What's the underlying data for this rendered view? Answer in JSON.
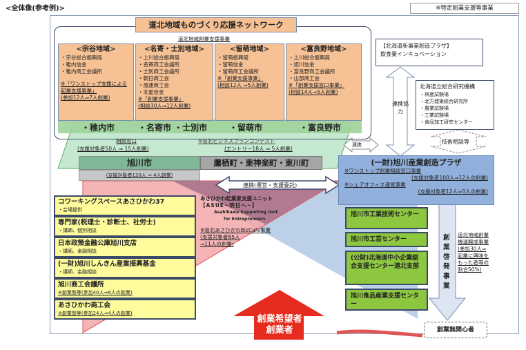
{
  "title": "<全体像(参考例)>",
  "note": "※特定創業支援等事業",
  "network": {
    "title": "道北地域ものづくり応援ネットワーク",
    "subtitle": "道北地域創業支援事業",
    "regions": [
      {
        "heading": "<宗谷地域>",
        "items": [
          "・宗谷総合振興局",
          "・稚内信金",
          "・稚内商工会議所"
        ],
        "note1": "※「ワンストップ支援による起業支援事業」",
        "note2": "(参加12人⇒7人創業)",
        "city": "・稚内市"
      },
      {
        "heading": "<名寄・士別地域>",
        "items": [
          "・上川総合振興局",
          "・名寄商工会議所",
          "・士別商工会議所",
          "・朝日商工会",
          "・風連商工会",
          "・北星信金"
        ],
        "note1": "※「創業支援事業」",
        "note2": "(相談30人⇒12人創業)",
        "city": "・名寄市 ・士別市"
      },
      {
        "heading": "<留萌地域>",
        "items": [
          "・留萌振興局",
          "・留萌信金",
          "・留萌商工会議所"
        ],
        "note1": "※「創業支援事業」",
        "note2": "(相談12人 ⇒5人創業)",
        "city": "・留萌市"
      },
      {
        "heading": "<富良野地域>",
        "items": [
          "・上川総合振興局",
          "・旭川信金",
          "・富良野商工会議所",
          "・山部商工会"
        ],
        "note1": "※「創業支援窓口事業」",
        "note2": "(相談14人⇒5人創業)",
        "city": "・富良野市"
      }
    ]
  },
  "consult": {
    "label": "相談窓口",
    "detail": "(支援対象者50人 ⇒ 15人創業)",
    "contest": "※道北ビジネスプランコンテスト",
    "contest_detail": "(エントリー18人 ⇒ 5人創業)"
  },
  "asahikawa": {
    "city": "旭川市",
    "detail": "(支援対象者120人 ⇒ 4人創業)"
  },
  "towns": "鷹栖町・東神楽町・東川町",
  "link_main": "連携(運営・支援委託)",
  "link_small": "連携",
  "link_coop": "連携協力",
  "asue": {
    "l1": "あさひかわ起業家支援ユニット",
    "l2": "【ASUE~明日へ~】",
    "l3": "Asahikawa Supporting Unit",
    "l4": "for Entrepreneurs",
    "n1": "※道北あさひかわBizCafe事業",
    "n2": "(支援対象者85人",
    "n3": "⇒11人の創業)"
  },
  "partners": [
    {
      "name": "コワーキングスペースあさひかわ37",
      "desc": "・会場提供"
    },
    {
      "name": "専門家(税理士・診断士、社労士)",
      "desc": "・講師、個別相談"
    },
    {
      "name": "日本政策金融公庫旭川支店",
      "desc": "・講師、金融相談"
    },
    {
      "name": "(一財)旭川しんきん産業振興基金",
      "desc": "・講師、金融相談"
    },
    {
      "name": "旭川商工会議所",
      "desc": "※創業塾等(参加40人⇒6人の創業)"
    },
    {
      "name": "あさひかわ商工会",
      "desc": "※創業塾等(参加24人⇒4人の創業)"
    }
  ],
  "target": {
    "l1": "創業希望者",
    "l2": "創業者"
  },
  "plaza": {
    "title": "(一財)旭川産業創造プラザ",
    "n1": "※ワンストップ創業相談窓口事業",
    "d1": "(支援対象者100人⇒12人の創業)",
    "n2": "※シェアオフィス運営事業",
    "d2": "(支援対象者12人⇒3人の創業)"
  },
  "centers": [
    "旭川市工業技術センター",
    "旭川市工芸センター",
    "(公財)北海道中小企業総合支援センター道北支部",
    "旭川食品産業支援センター"
  ],
  "awareness": "創業啓発事業",
  "momentum": {
    "l1": "道北地域創業",
    "l2": "機運醸成事業",
    "l3": "(参加30人⇒",
    "l4": "起業に興味を",
    "l5": "もった者等の",
    "l6": "割合50%)"
  },
  "indifferent": "創業無関心者",
  "new_biz": {
    "l1": "【北海道新事業創造プラザ】",
    "l2": "飲食業インキュベーション"
  },
  "research": {
    "title": "北海道立総合研究機構",
    "items": [
      "・林産試験場",
      "・北方建築総合研究所",
      "・農業試験場",
      "・工業試験場",
      "・食品加工研究センター"
    ]
  },
  "tech": "技術相談等"
}
